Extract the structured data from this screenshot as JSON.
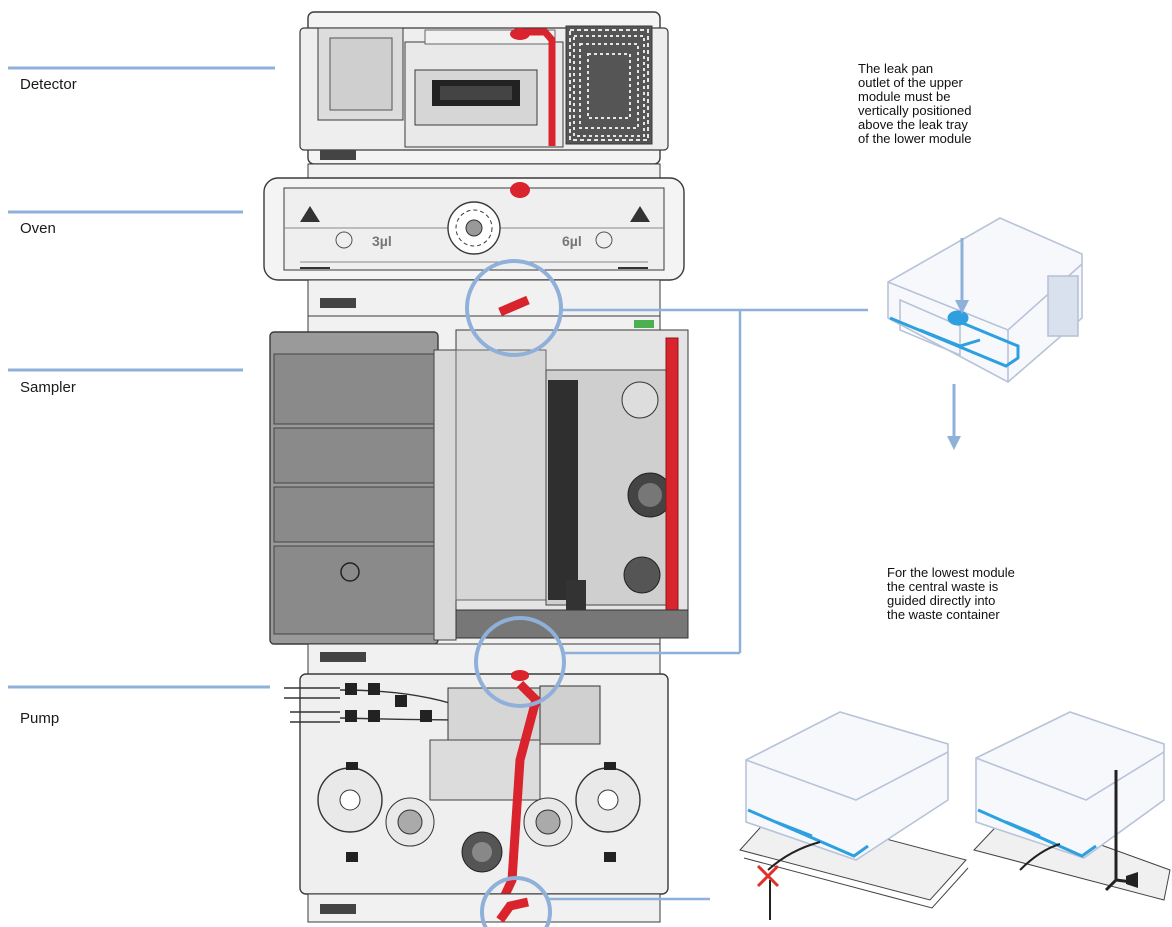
{
  "colors": {
    "callout_line": "#8fb0d9",
    "highlight_circle": "#8fb0d9",
    "leak_tube": "#d9232d",
    "tray_blue": "#2ea0e0",
    "module_outline": "#3a3a3a",
    "module_fill": "#e6e6e6"
  },
  "labels": {
    "detector": "Detector",
    "oven": "Oven",
    "sampler": "Sampler",
    "pump": "Pump"
  },
  "notes": {
    "upper": "The leak pan\noutlet of the upper\nmodule must be\nvertically positioned\nabove the leak tray\nof the lower module",
    "lower": "For the lowest module\nthe central waste is\nguided directly into\nthe waste container"
  },
  "oven_volumes": {
    "left": "3µl",
    "right": "6µl"
  },
  "icons": [
    "warning-triangle-icon",
    "x-mark-icon",
    "arrow-down-icon"
  ]
}
